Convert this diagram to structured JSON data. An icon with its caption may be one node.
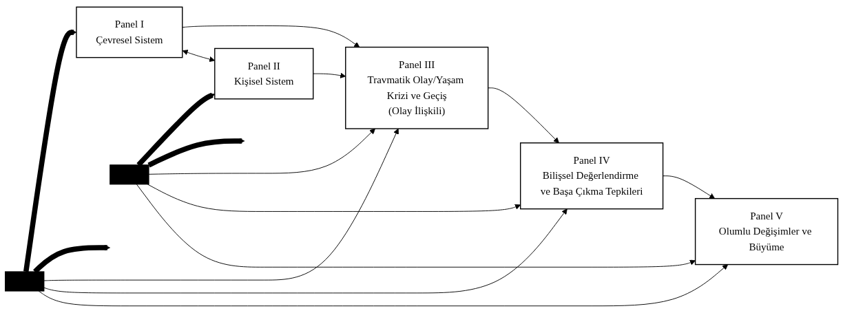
{
  "diagram": {
    "nodes": [
      {
        "text": [
          "Panel I",
          "Çevresel Sistem"
        ]
      },
      {
        "text": [
          "Panel II",
          "Kişisel Sistem"
        ]
      },
      {
        "text": [
          "Panel III",
          "Travmatik Olay/Yaşam Krizi ve Geçiş",
          "(Olay İlişkili)"
        ]
      },
      {
        "text": [
          "Panel IV",
          "Bilişsel Değerlendirme ve Başa Çıkma Tepkileri"
        ]
      },
      {
        "text": [
          "Panel V",
          "Olumlu Değişimler ve Büyüme"
        ]
      },
      {
        "text": [],
        "shape": "bar"
      },
      {
        "text": [],
        "shape": "bar"
      }
    ],
    "edges": [
      {
        "from": 0,
        "to": 2,
        "arrow": "to"
      },
      {
        "from": 1,
        "to": 2,
        "arrow": "to"
      },
      {
        "from": 0,
        "to": 1,
        "arrow": "both"
      },
      {
        "from": 2,
        "to": 3,
        "arrow": "to"
      },
      {
        "from": 3,
        "to": 4,
        "arrow": "to"
      },
      {
        "from": 5,
        "to": 0,
        "arrow": "to",
        "style": "thick"
      },
      {
        "from": 5,
        "to": null,
        "arrow": "to",
        "style": "thick"
      },
      {
        "from": 5,
        "to": 2,
        "arrow": "to"
      },
      {
        "from": 5,
        "to": 3,
        "arrow": "to"
      },
      {
        "from": 5,
        "to": 4,
        "arrow": "to"
      },
      {
        "from": 6,
        "to": 1,
        "arrow": "to",
        "style": "thick"
      },
      {
        "from": 6,
        "to": null,
        "arrow": "to",
        "style": "thick"
      },
      {
        "from": 6,
        "to": 2,
        "arrow": "to"
      },
      {
        "from": 6,
        "to": 3,
        "arrow": "to"
      },
      {
        "from": 6,
        "to": 4,
        "arrow": "to"
      }
    ]
  }
}
